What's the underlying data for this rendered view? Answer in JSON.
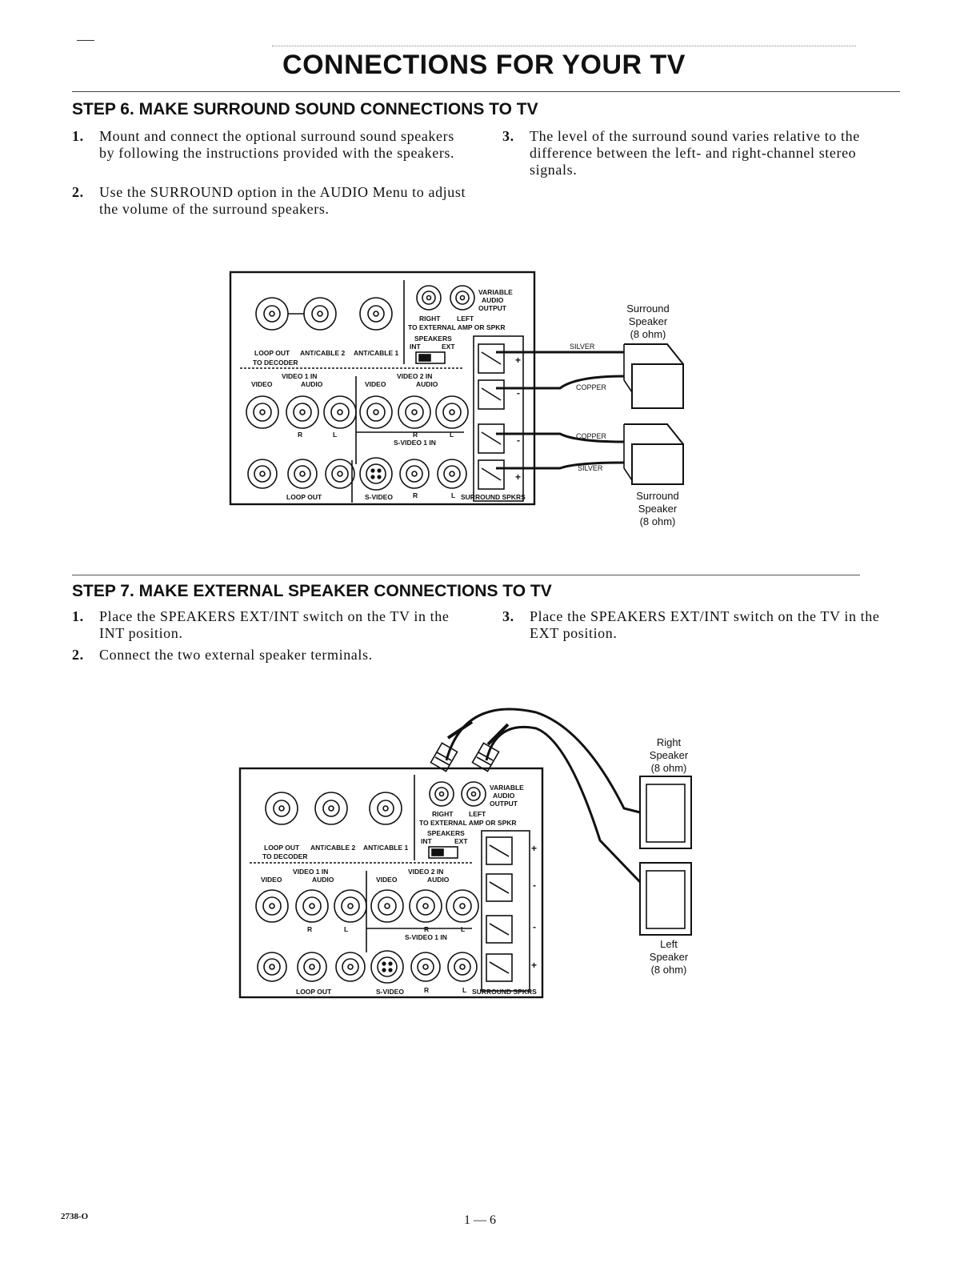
{
  "page": {
    "title": "CONNECTIONS FOR YOUR TV",
    "footer_code": "2738-O",
    "page_number": "1 — 6"
  },
  "step6": {
    "heading": "STEP 6. MAKE SURROUND SOUND CONNECTIONS TO TV",
    "items": [
      {
        "num": "1.",
        "text": "Mount and connect the optional surround sound speakers by following the instructions provided with the speakers."
      },
      {
        "num": "2.",
        "text": "Use the SURROUND option in the AUDIO Menu to adjust the volume of the surround speakers."
      },
      {
        "num": "3.",
        "text": "The level of the surround sound varies relative to the difference between the left- and right-channel stereo signals."
      }
    ],
    "diagram": {
      "speaker_top": [
        "Surround",
        "Speaker",
        "(8 ohm)"
      ],
      "speaker_bottom": [
        "Surround",
        "Speaker",
        "(8 ohm)"
      ],
      "wires": [
        "SILVER",
        "COPPER",
        "COPPER",
        "SILVER"
      ]
    }
  },
  "step7": {
    "heading": "STEP 7. MAKE EXTERNAL SPEAKER CONNECTIONS TO TV",
    "items": [
      {
        "num": "1.",
        "text": "Place the SPEAKERS EXT/INT switch on the TV in the INT position."
      },
      {
        "num": "2.",
        "text": "Connect the two external speaker terminals."
      },
      {
        "num": "3.",
        "text": "Place the SPEAKERS EXT/INT switch on the TV in the EXT position."
      }
    ],
    "diagram": {
      "speaker_right": [
        "Right",
        "Speaker",
        "(8 ohm)"
      ],
      "speaker_left": [
        "Left",
        "Speaker",
        "(8 ohm)"
      ]
    }
  },
  "panel": {
    "variable": "VARIABLE",
    "audio": "AUDIO",
    "output": "OUTPUT",
    "right": "RIGHT",
    "left": "LEFT",
    "to_ext": "TO EXTERNAL AMP OR SPKR",
    "speakers": "SPEAKERS",
    "int": "INT",
    "ext": "EXT",
    "loop_out": "LOOP OUT",
    "ant_cable2": "ANT/CABLE 2",
    "ant_cable1": "ANT/CABLE 1",
    "to_decoder": "TO DECODER",
    "video1_in": "VIDEO 1 IN",
    "video2_in": "VIDEO 2 IN",
    "video": "VIDEO",
    "audio_grp": "AUDIO",
    "r": "R",
    "l": "L",
    "s_video1_in": "S-VIDEO 1 IN",
    "s_video": "S-VIDEO",
    "surround_spkrs": "SURROUND SPKRS",
    "plus": "+",
    "minus": "-"
  }
}
